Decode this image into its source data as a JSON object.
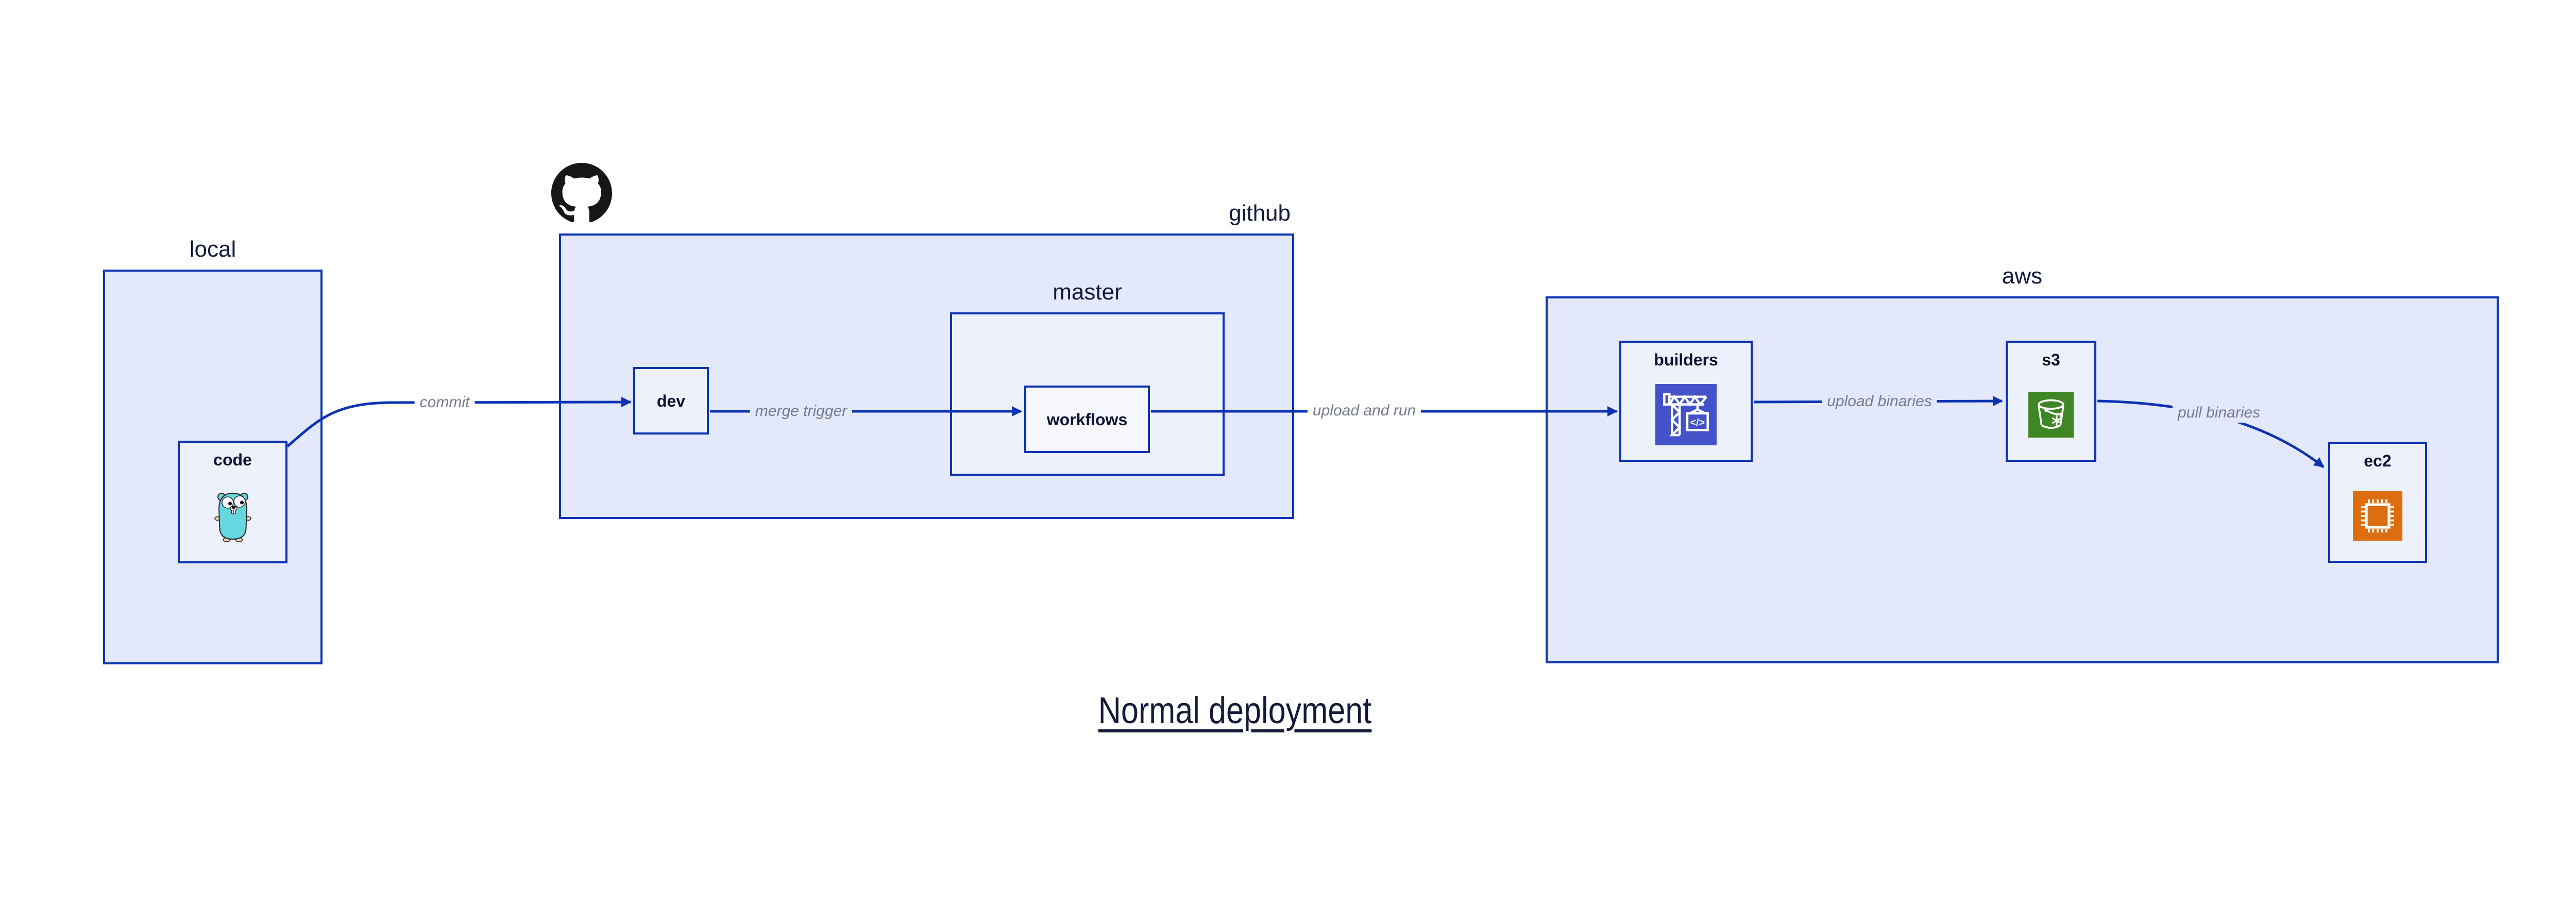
{
  "diagram_title": "Normal deployment",
  "containers": {
    "local": {
      "label": "local"
    },
    "github": {
      "label": "github"
    },
    "master": {
      "label": "master"
    },
    "aws": {
      "label": "aws"
    }
  },
  "nodes": {
    "code": {
      "label": "code"
    },
    "dev": {
      "label": "dev"
    },
    "workflows": {
      "label": "workflows"
    },
    "builders": {
      "label": "builders"
    },
    "s3": {
      "label": "s3"
    },
    "ec2": {
      "label": "ec2"
    }
  },
  "edges": [
    {
      "from": "code",
      "to": "dev",
      "label": "commit"
    },
    {
      "from": "dev",
      "to": "workflows",
      "label": "merge trigger"
    },
    {
      "from": "workflows",
      "to": "builders",
      "label": "upload and run"
    },
    {
      "from": "builders",
      "to": "s3",
      "label": "upload binaries"
    },
    {
      "from": "s3",
      "to": "ec2",
      "label": "pull binaries"
    }
  ],
  "icons": {
    "github_logo": "github-octocat-mark",
    "code_icon": "go-gopher-mascot",
    "builders_icon": "aws-codebuild-crane",
    "builders_icon_glyph": "</>",
    "s3_icon": "aws-s3-glacier-bucket-snowflake",
    "ec2_icon": "aws-ec2-chip"
  },
  "colors": {
    "edge_and_border_blue": "#0D33B2",
    "container_fill": "#E3E9FA",
    "node_fill": "#EDF1FB",
    "inner_node_fill": "#F6F8FD",
    "codebuild_indigo": "#4352C8",
    "s3_green": "#3F8624",
    "ec2_orange": "#DD6E10",
    "edge_label_gray": "#757A8C",
    "dark_text": "#0B1233",
    "gopher_teal": "#67D7DF",
    "gopher_tan": "#F6D7B0",
    "github_black": "#171515"
  }
}
